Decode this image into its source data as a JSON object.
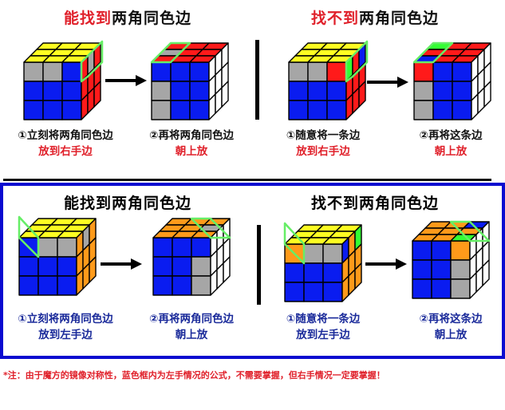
{
  "colors": {
    "red": "#ff1a1a",
    "yellow": "#ffff22",
    "blue": "#0a1cf0",
    "gray": "#a6a6a6",
    "white": "#ffffff",
    "orange": "#ff9a1a",
    "green": "#33ff33",
    "highlight": "#66ee66",
    "title_red": "#e0202a",
    "title_blue": "#1a2a9a",
    "box_blue": "#0b0bd0"
  },
  "top_section": {
    "left": {
      "title_highlight": "能找到",
      "title_rest": "两角同色边",
      "step1": {
        "line1": "①立刻将两角同色边",
        "line2": "放到右手边"
      },
      "step2": {
        "line1": "②再将两角同色边",
        "line2": "朝上放"
      },
      "cube1": {
        "top": [
          "Y",
          "Y",
          "Y",
          "Y",
          "Y",
          "Y",
          "Y",
          "Y",
          "Y"
        ],
        "front": [
          "G",
          "G",
          "B",
          "B",
          "B",
          "B",
          "B",
          "B",
          "B"
        ],
        "side": [
          "R",
          "X",
          "R",
          "R",
          "R",
          "R",
          "R",
          "R",
          "R"
        ]
      },
      "cube2": {
        "top": [
          "R",
          "R",
          "R",
          "X",
          "R",
          "R",
          "R",
          "R",
          "R"
        ],
        "front": [
          "B",
          "B",
          "B",
          "X",
          "B",
          "B",
          "X",
          "B",
          "B"
        ],
        "side": [
          "W",
          "W",
          "W",
          "W",
          "W",
          "W",
          "W",
          "W",
          "W"
        ]
      }
    },
    "right": {
      "title_highlight": "找不到",
      "title_rest": "两角同色边",
      "step1": {
        "line1": "①随意将一条边",
        "line2": "放到右手边"
      },
      "step2": {
        "line1": "②再将这条边",
        "line2": "朝上放"
      },
      "cube1": {
        "top": [
          "Y",
          "Y",
          "Y",
          "Y",
          "Y",
          "Y",
          "Y",
          "Y",
          "Y"
        ],
        "front": [
          "X",
          "X",
          "R",
          "B",
          "B",
          "B",
          "B",
          "B",
          "B"
        ],
        "side": [
          "N",
          "R",
          "B",
          "R",
          "R",
          "R",
          "R",
          "R",
          "R"
        ]
      },
      "cube2": {
        "top": [
          "N",
          "R",
          "R",
          "R",
          "R",
          "R",
          "B",
          "R",
          "R"
        ],
        "front": [
          "R",
          "B",
          "B",
          "X",
          "B",
          "B",
          "X",
          "B",
          "B"
        ],
        "side": [
          "W",
          "W",
          "W",
          "W",
          "W",
          "W",
          "W",
          "W",
          "W"
        ]
      }
    }
  },
  "bottom_section": {
    "left": {
      "title": "能找到两角同色边",
      "step1": {
        "line1": "①立刻将两角同色边",
        "line2": "放到左手边"
      },
      "step2": {
        "line1": "②再将两角同色边",
        "line2": "朝上放"
      }
    },
    "right": {
      "title": "找不到两角同色边",
      "step1": {
        "line1": "①随意将一条边",
        "line2": "放到左手边"
      },
      "step2": {
        "line1": "②再将这条边",
        "line2": "朝上放"
      }
    }
  },
  "footnote": "*注：由于魔方的镜像对称性，蓝色框内为左手情况的公式，不需要掌握，但右手情况一定要掌握！"
}
